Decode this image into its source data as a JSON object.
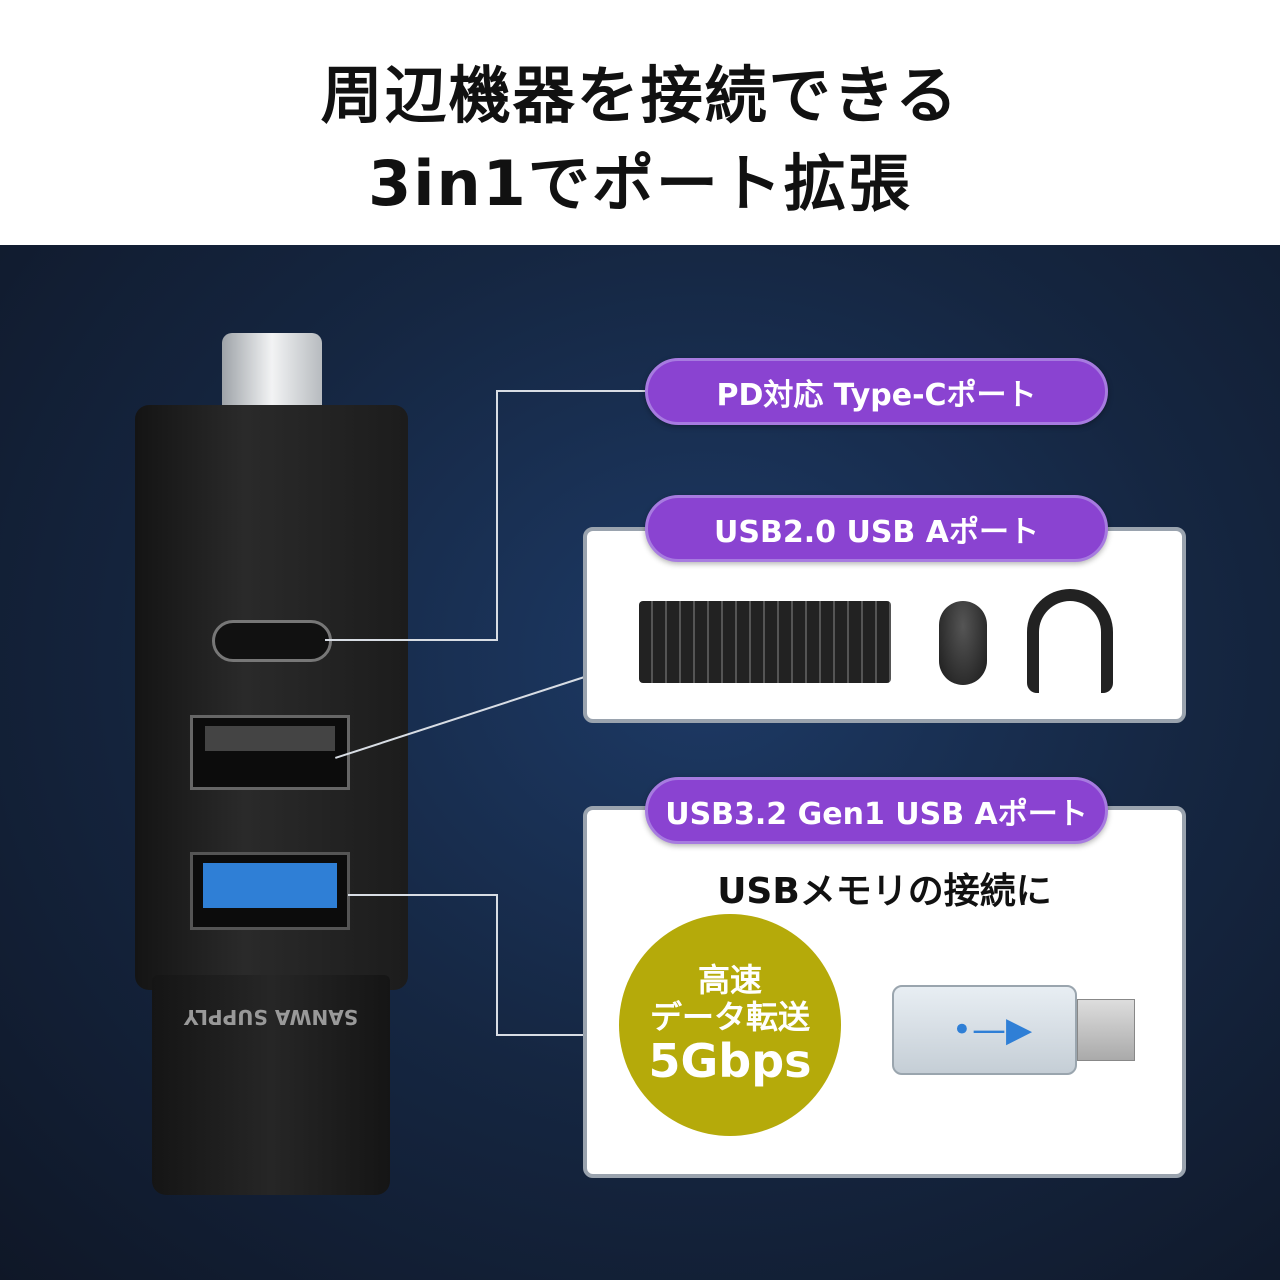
{
  "header": {
    "title_line1": "周辺機器を接続できる",
    "title_line2": "3in1でポート拡張"
  },
  "device": {
    "brand": "SANWA SUPPLY"
  },
  "ports": [
    {
      "label": "PD対応 Type-Cポート"
    },
    {
      "label": "USB2.0 USB Aポート"
    },
    {
      "label": "USB3.2 Gen1 USB Aポート",
      "caption": "USBメモリの接続に"
    }
  ],
  "badge": {
    "line1": "高速",
    "line2": "データ転送",
    "line3": "5Gbps",
    "color": "#b5aa0a"
  },
  "colors": {
    "pill": "#8a43d1",
    "usb3_blue": "#2f7fd6",
    "background": "#152641"
  }
}
